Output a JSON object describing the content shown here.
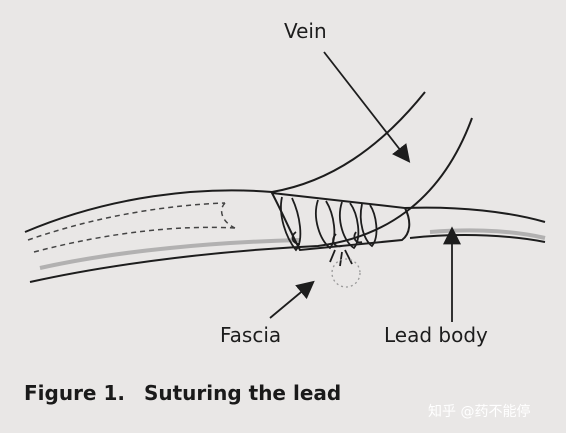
{
  "labels": {
    "vein": "Vein",
    "fascia": "Fascia",
    "lead_body": "Lead body"
  },
  "caption": {
    "figure": "Figure 1.",
    "title": "Suturing the lead"
  },
  "watermark": "知乎 @药不能停",
  "colors": {
    "background": "#e9e7e6",
    "ink": "#1d1d1d",
    "shading": "#9a9a9a"
  }
}
